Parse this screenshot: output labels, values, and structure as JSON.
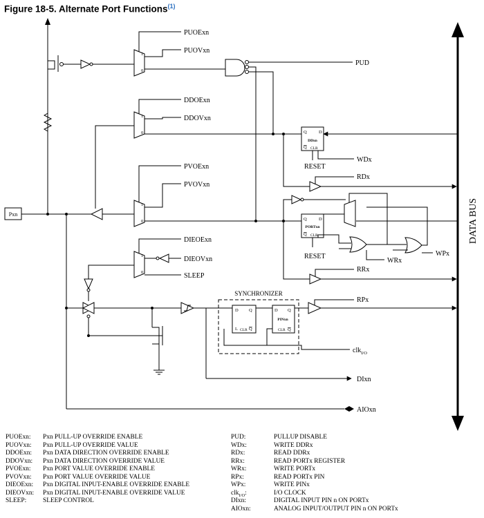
{
  "figure": {
    "title": "Figure 18-5.  Alternate Port Functions",
    "footnote": "(1)"
  },
  "signals": {
    "puoe": "PUOExn",
    "puov": "PUOVxn",
    "pud": "PUD",
    "ddoe": "DDOExn",
    "ddov": "DDOVxn",
    "pvoe": "PVOExn",
    "pvov": "PVOVxn",
    "dieoe": "DIEOExn",
    "dieov": "DIEOVxn",
    "sleep": "SLEEP",
    "wd": "WDx",
    "rd": "RDx",
    "rr": "RRx",
    "wr": "WRx",
    "wp": "WPx",
    "rp": "RPx",
    "reset1": "RESET",
    "reset2": "RESET",
    "pin": "Pxn",
    "clk": "clk",
    "clk_sub": "I/O",
    "di": "DIxn",
    "aio": "AIOxn",
    "databus": "DATA BUS",
    "synchronizer": "SYNCHRONIZER"
  },
  "blocks": {
    "ddxn": {
      "name": "DDxn",
      "q": "Q",
      "d": "D",
      "qbar": "Q",
      "clr": "CLR"
    },
    "portxn": {
      "name": "PORTxn",
      "q": "Q",
      "d": "D",
      "qbar": "Q",
      "clr": "CLR"
    },
    "latch": {
      "d": "D",
      "q": "Q",
      "l": "L",
      "clr": "CLR",
      "qbar": "Q"
    },
    "pinxn": {
      "name": "PINxn",
      "d": "D",
      "q": "Q",
      "clr": "CLR",
      "qbar": "Q"
    },
    "mux": {
      "one": "1",
      "zero": "0"
    }
  },
  "legend": {
    "left": [
      {
        "term": "PUOExn:",
        "desc": "Pxn PULL-UP OVERRIDE ENABLE"
      },
      {
        "term": "PUOVxn:",
        "desc": "Pxn PULL-UP OVERRIDE VALUE"
      },
      {
        "term": "DDOExn:",
        "desc": "Pxn DATA DIRECTION OVERRIDE ENABLE"
      },
      {
        "term": "DDOVxn:",
        "desc": "Pxn DATA DIRECTION OVERRIDE VALUE"
      },
      {
        "term": "PVOExn:",
        "desc": "Pxn PORT VALUE OVERRIDE ENABLE"
      },
      {
        "term": "PVOVxn:",
        "desc": "Pxn PORT VALUE OVERRIDE VALUE"
      },
      {
        "term": "DIEOExn:",
        "desc": "Pxn DIGITAL INPUT-ENABLE OVERRIDE ENABLE"
      },
      {
        "term": "DIEOVxn:",
        "desc": "Pxn DIGITAL INPUT-ENABLE OVERRIDE VALUE"
      },
      {
        "term": "SLEEP:",
        "desc": "SLEEP CONTROL"
      }
    ],
    "right": [
      {
        "term": "PUD:",
        "desc": "PULLUP DISABLE"
      },
      {
        "term": "WDx:",
        "desc": "WRITE DDRx"
      },
      {
        "term": "RDx:",
        "desc": "READ DDRx"
      },
      {
        "term": "RRx:",
        "desc": "READ PORTx REGISTER"
      },
      {
        "term": "WRx:",
        "desc": "WRITE PORTx"
      },
      {
        "term": "RPx:",
        "desc": "READ PORTx PIN"
      },
      {
        "term": "WPx:",
        "desc": "WRITE PINx"
      },
      {
        "term": "clk",
        "sub": "I/O",
        "tail": ":",
        "desc": "I/O CLOCK"
      },
      {
        "term": "DIxn:",
        "desc": "DIGITAL INPUT PIN n ON PORTx"
      },
      {
        "term": "AIOxn:",
        "desc": "ANALOG INPUT/OUTPUT PIN n ON PORTx"
      }
    ]
  }
}
